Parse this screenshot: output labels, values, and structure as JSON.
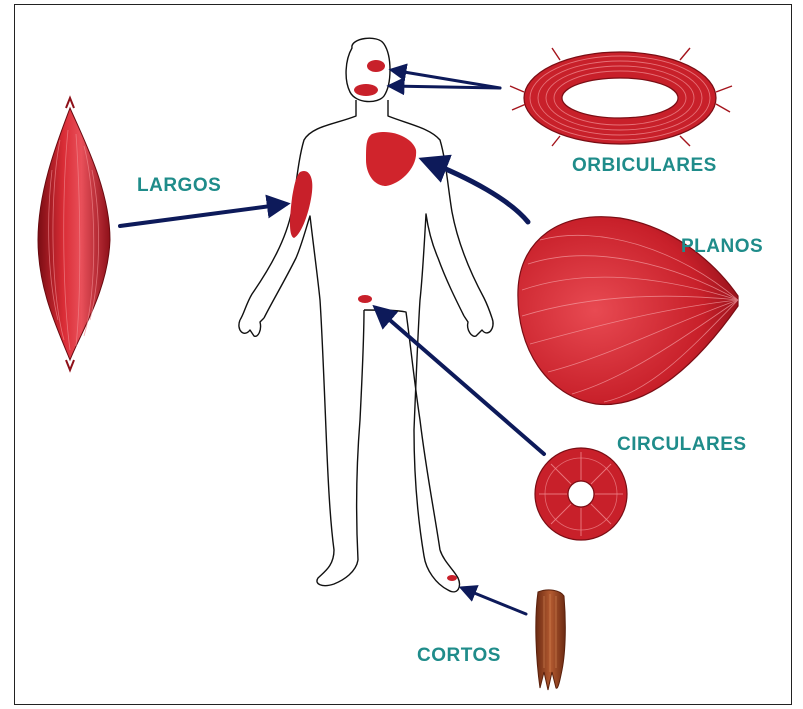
{
  "labels": {
    "largos": "LARGOS",
    "orbiculares": "ORBICULARES",
    "planos": "PLANOS",
    "circulares": "CIRCULARES",
    "cortos": "CORTOS"
  },
  "colors": {
    "label": "#1f8c8a",
    "muscle": "#c8202a",
    "muscle_dark": "#8e1019",
    "muscle_light": "#ee6a6a",
    "arrow": "#0d1a5a",
    "tendon": "#9a4a28"
  }
}
